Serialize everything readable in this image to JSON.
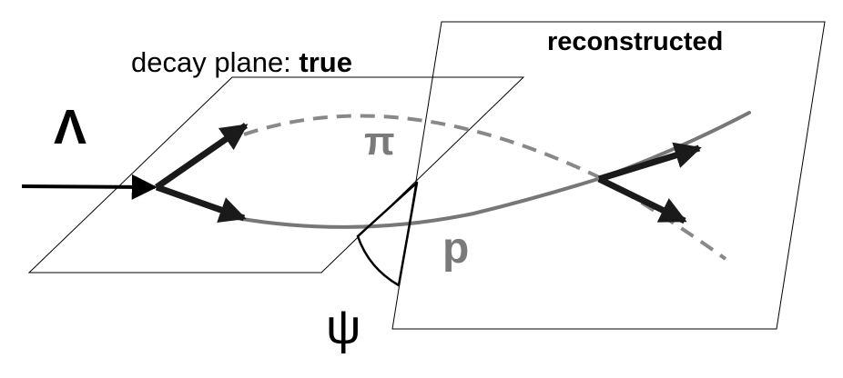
{
  "labels": {
    "true_plane_prefix": "decay plane: ",
    "true_plane_bold": "true",
    "reconstructed": "reconstructed",
    "lambda": "Λ",
    "pion": "π",
    "proton": "p",
    "psi": "ψ"
  },
  "colors": {
    "plane_edge": "#000000",
    "track_gray": "#777777",
    "arrow_dark": "#1a1a1a",
    "text_black": "#000000",
    "text_gray": "#7a7a7a"
  }
}
